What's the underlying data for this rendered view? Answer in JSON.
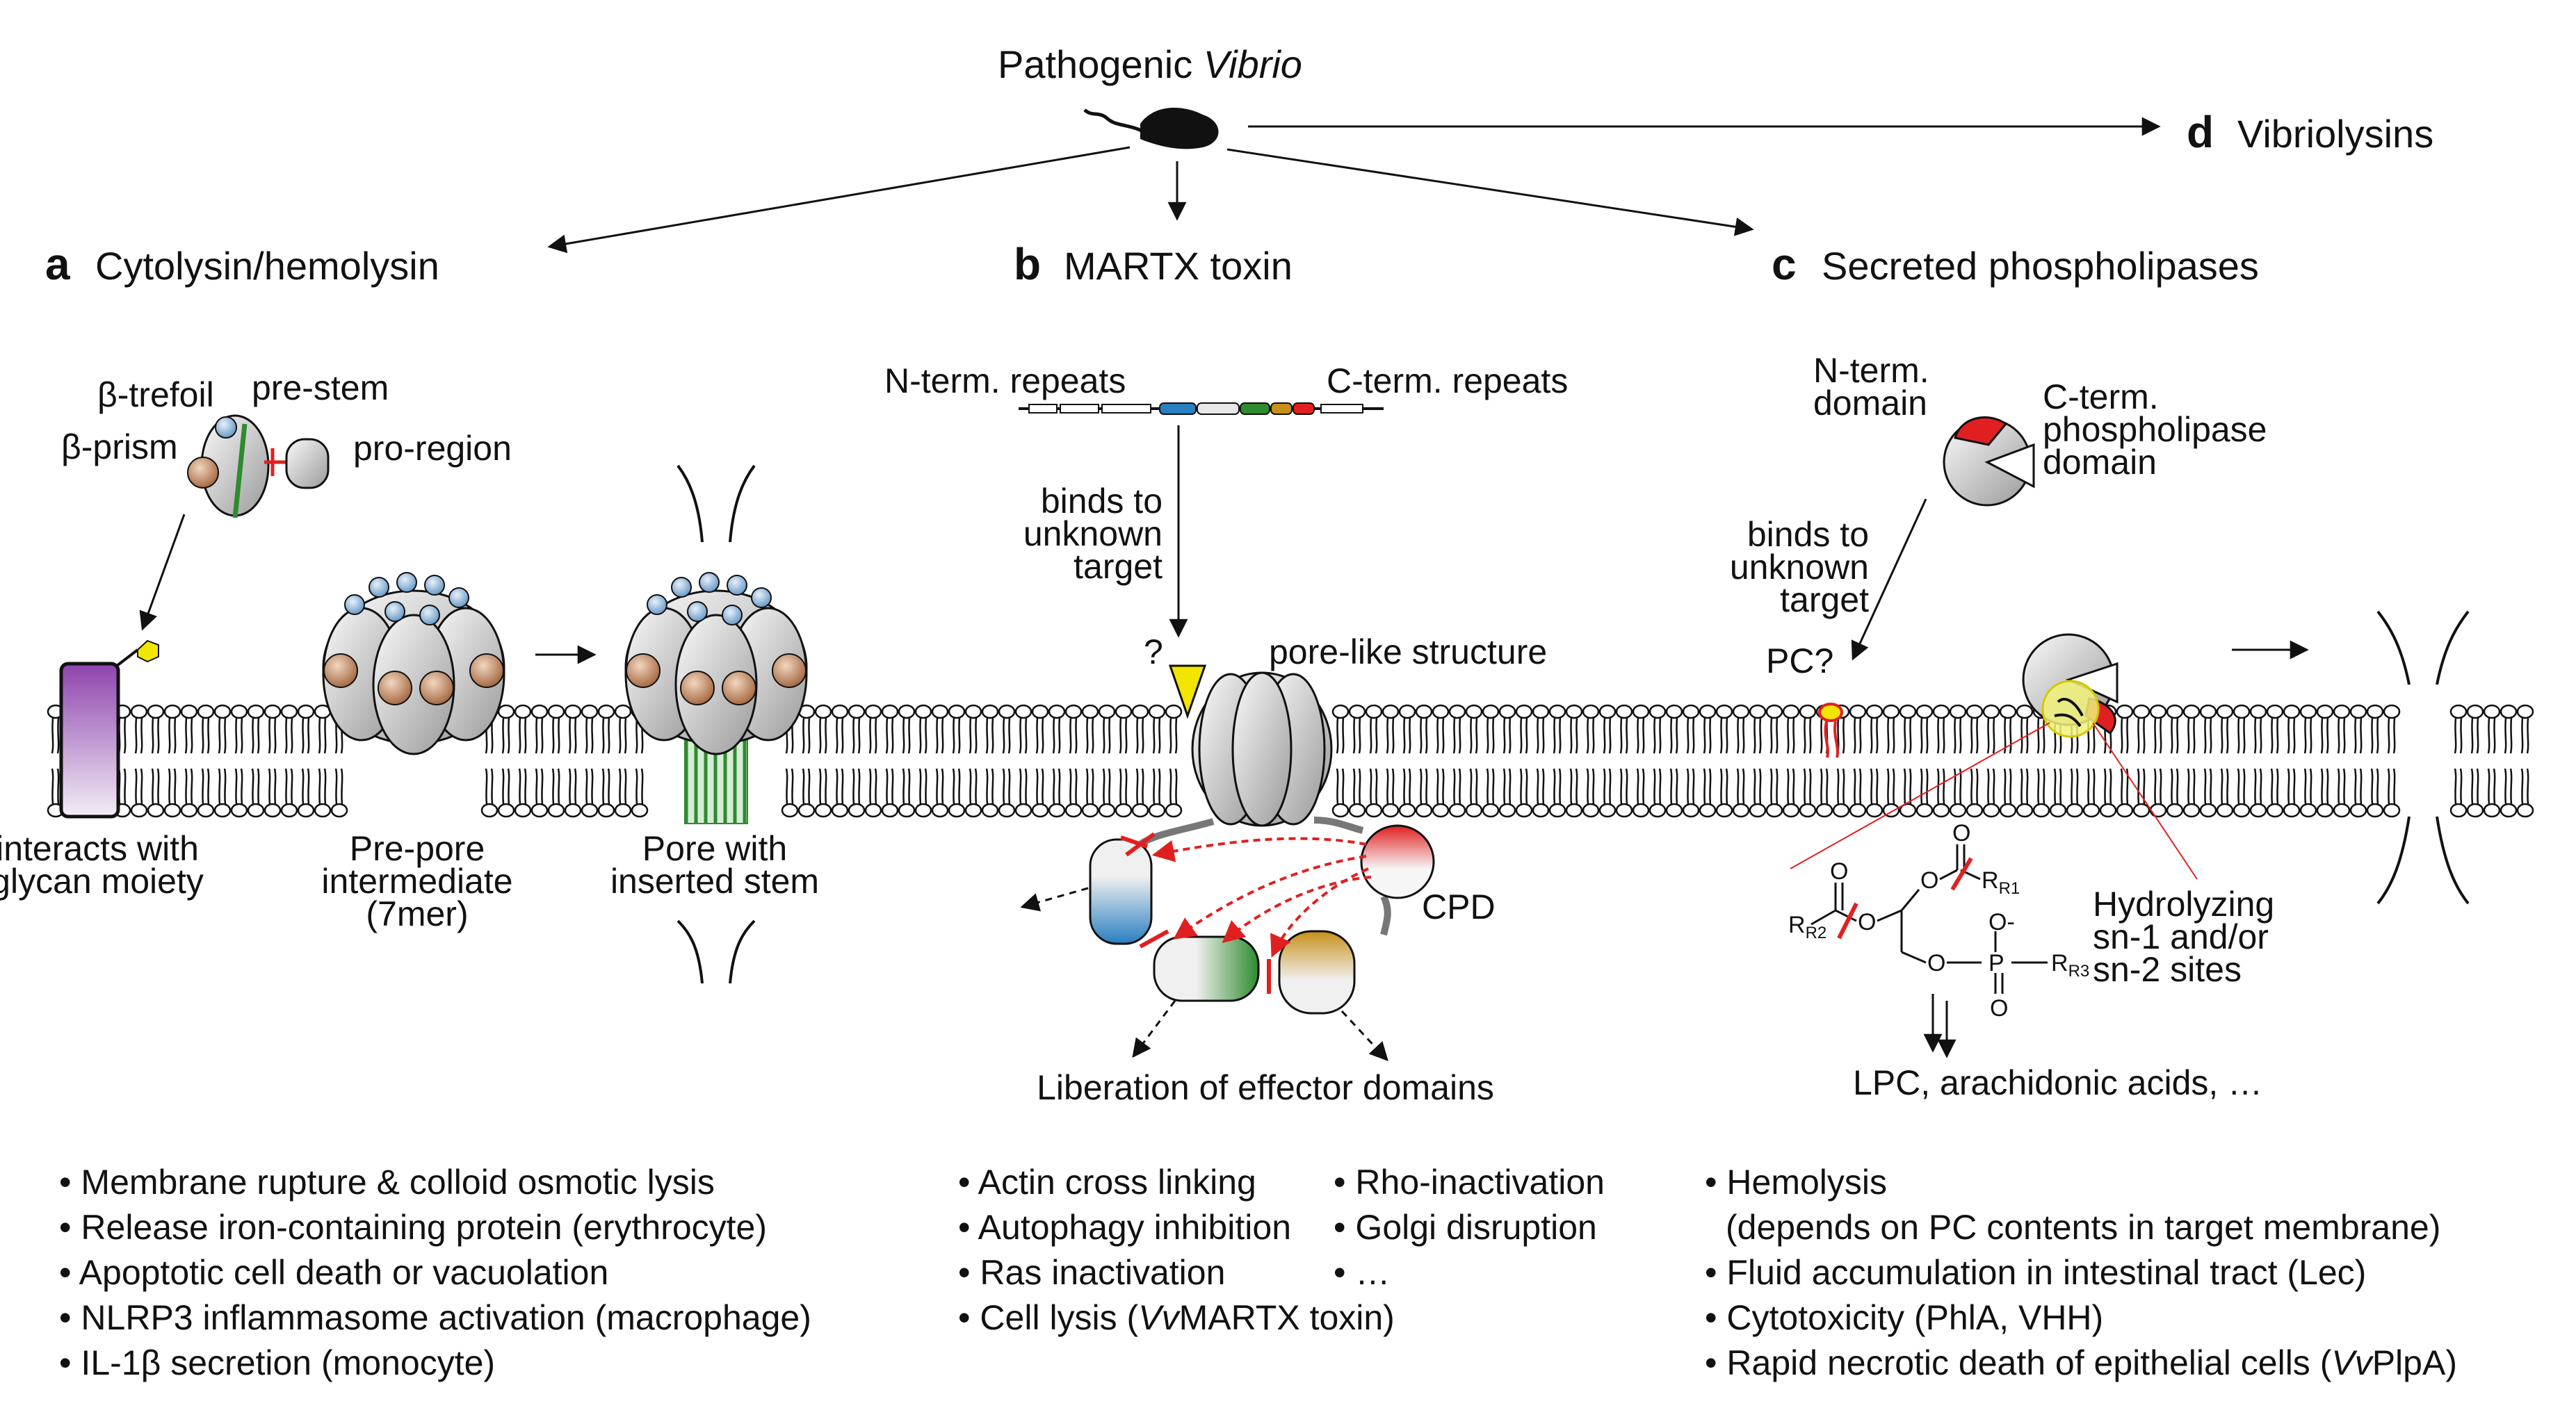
{
  "source": {
    "prefix": "Pathogenic ",
    "italic": "Vibrio"
  },
  "sections": {
    "a": {
      "letter": "a",
      "title": "Cytolysin/hemolysin"
    },
    "b": {
      "letter": "b",
      "title": "MARTX toxin"
    },
    "c": {
      "letter": "c",
      "title": "Secreted  phospholipases"
    },
    "d": {
      "letter": "d",
      "title": "Vibriolysins"
    }
  },
  "labels_a": {
    "trefoil": "β-trefoil",
    "prestem": "pre-stem",
    "prism": "β-prism",
    "proregion": "pro-region",
    "interacts": [
      "interacts with",
      "glycan moiety"
    ],
    "prepore": [
      "Pre-pore",
      "intermediate",
      "(7mer)"
    ],
    "pore": [
      "Pore with",
      "inserted stem"
    ]
  },
  "labels_b": {
    "nterm": "N-term. repeats",
    "cterm": "C-term. repeats",
    "binds": [
      "binds to",
      "unknown",
      "target"
    ],
    "question": "?",
    "porelike": "pore-like structure",
    "cpd": "CPD",
    "liberation": "Liberation of effector domains"
  },
  "labels_c": {
    "ndomain": [
      "N-term.",
      "domain"
    ],
    "cdomain": [
      "C-term.",
      "phospholipase",
      "domain"
    ],
    "binds": [
      "binds to",
      "unknown",
      "target"
    ],
    "pc": "PC?",
    "hydro": [
      "Hydrolyzing",
      "sn-1 and/or",
      "sn-2 sites"
    ],
    "products": "LPC, arachidonic acids, …",
    "chem": {
      "r1": "R1",
      "r2": "R2",
      "r3": "R3",
      "o": "O",
      "p": "P",
      "ominus": "O-"
    }
  },
  "bullets_a": [
    "Membrane rupture & colloid osmotic lysis",
    "Release iron-containing protein (erythrocyte)",
    "Apoptotic cell death or vacuolation",
    "NLRP3 inflammasome activation (macrophage)",
    "IL-1β secretion (monocyte)"
  ],
  "bullets_b_col1": [
    "Actin cross linking",
    "Autophagy inhibition",
    "Ras inactivation"
  ],
  "bullets_b_last": {
    "prefix": "Cell lysis (",
    "italic": "Vv",
    "suffix": "MARTX toxin)"
  },
  "bullets_b_col2": [
    "Rho-inactivation",
    "Golgi disruption",
    "…"
  ],
  "bullets_c": [
    "Hemolysis",
    "(depends on PC contents in target membrane)",
    "Fluid accumulation in intestinal tract (Lec)",
    "Cytotoxicity  (PhlA, VHH)"
  ],
  "bullets_c_last": {
    "prefix": "Rapid necrotic death of epithelial cells (",
    "italic": "Vv",
    "suffix": "PlpA)"
  },
  "bullet_char": "•",
  "colors": {
    "purple": "#8e44ad",
    "green": "#2e8b2e",
    "red": "#e02020",
    "blue": "#2a7fc0",
    "orange": "#c8901a",
    "yellow": "#f2e600",
    "brown": "#a0623a",
    "lightblue": "#8fb8dc"
  }
}
